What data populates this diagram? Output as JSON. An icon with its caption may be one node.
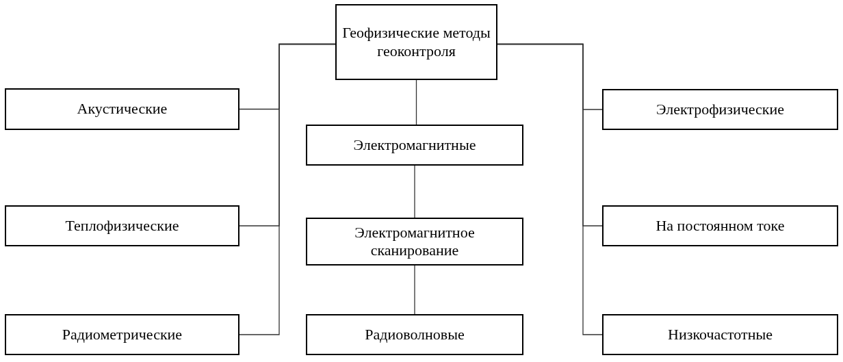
{
  "diagram": {
    "nodes": [
      {
        "text": [
          "Геофизические методы геоконтроля"
        ]
      },
      {
        "text": [
          "Акустические"
        ]
      },
      {
        "text": [
          "Теплофизические"
        ]
      },
      {
        "text": [
          "Радиометрические"
        ]
      },
      {
        "text": [
          "Электромагнитные"
        ]
      },
      {
        "text": [
          "Электромагнитное сканирование"
        ]
      },
      {
        "text": [
          "Радиоволновые"
        ]
      },
      {
        "text": [
          "Электрофизические"
        ]
      },
      {
        "text": [
          "На постоянном токе"
        ]
      },
      {
        "text": [
          "Низкочастотные"
        ]
      }
    ],
    "edges": [
      {
        "from": 0,
        "to": 1,
        "arrow": "none"
      },
      {
        "from": 0,
        "to": 2,
        "arrow": "none"
      },
      {
        "from": 0,
        "to": 3,
        "arrow": "none"
      },
      {
        "from": 0,
        "to": 4,
        "arrow": "none"
      },
      {
        "from": 4,
        "to": 5,
        "arrow": "none"
      },
      {
        "from": 5,
        "to": 6,
        "arrow": "none"
      },
      {
        "from": 0,
        "to": 7,
        "arrow": "none"
      },
      {
        "from": 0,
        "to": 8,
        "arrow": "none"
      },
      {
        "from": 0,
        "to": 9,
        "arrow": "none"
      }
    ]
  }
}
